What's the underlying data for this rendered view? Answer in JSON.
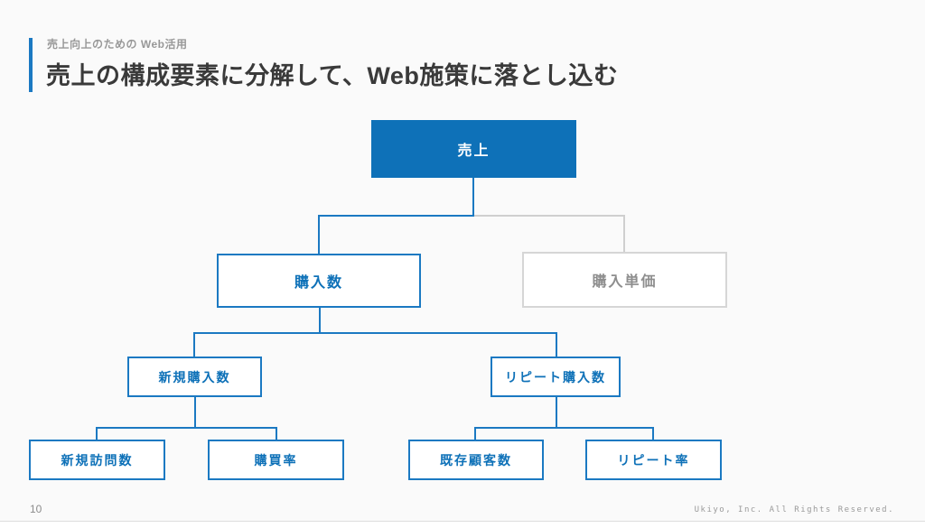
{
  "slide": {
    "eyebrow": "売上向上のための Web活用",
    "title": "売上の構成要素に分解して、Web施策に落とし込む",
    "page_number": "10",
    "copyright": "Ukiyo, Inc. All Rights Reserved."
  },
  "colors": {
    "primary_blue": "#0e71b8",
    "line_blue": "#1b79c2",
    "inactive_border": "#d6d6d6",
    "muted_gray": "#8e8e8e"
  },
  "tree": {
    "root": {
      "label": "売上",
      "state": "active"
    },
    "level2": [
      {
        "label": "購入数",
        "state": "active"
      },
      {
        "label": "購入単価",
        "state": "inactive"
      }
    ],
    "level3": [
      {
        "label": "新規購入数",
        "state": "active",
        "parent": "購入数"
      },
      {
        "label": "リピート購入数",
        "state": "active",
        "parent": "購入数"
      }
    ],
    "level4": [
      {
        "label": "新規訪問数",
        "state": "active",
        "parent": "新規購入数"
      },
      {
        "label": "購買率",
        "state": "active",
        "parent": "新規購入数"
      },
      {
        "label": "既存顧客数",
        "state": "active",
        "parent": "リピート購入数"
      },
      {
        "label": "リピート率",
        "state": "active",
        "parent": "リピート購入数"
      }
    ]
  }
}
